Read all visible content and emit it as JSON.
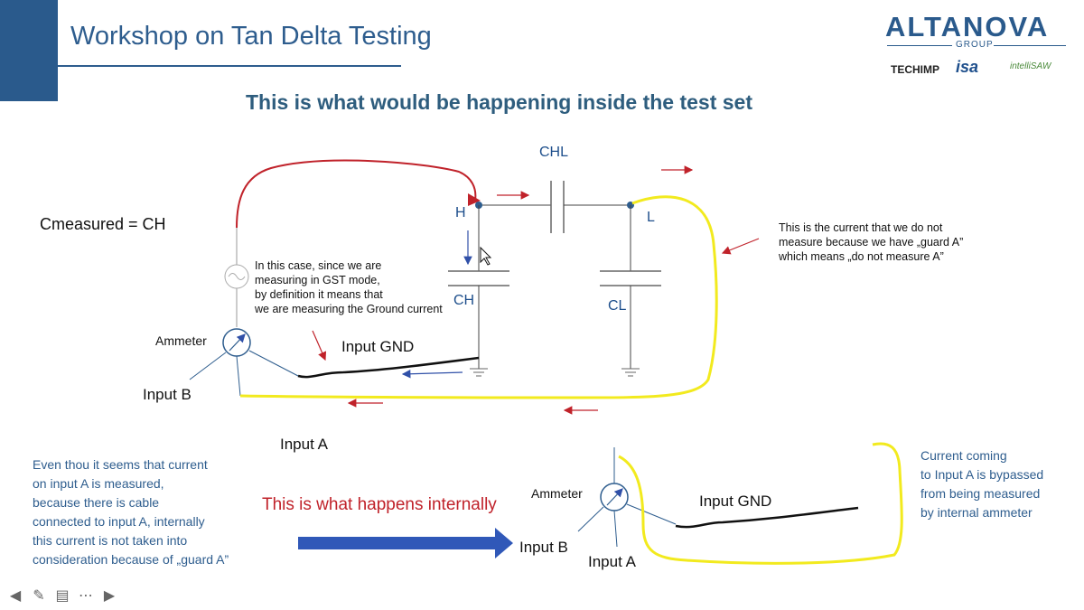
{
  "header": {
    "title": "Workshop on Tan Delta Testing"
  },
  "logo": {
    "brand": "ALTANOVA",
    "group": "GROUP",
    "partners": [
      "TECHIMP",
      "isa",
      "intelliSAW"
    ]
  },
  "slide": {
    "title": "This is what would be happening inside the test set"
  },
  "upper_diagram": {
    "equation": "Cmeasured = CH",
    "labels": {
      "chl": "CHL",
      "h": "H",
      "l": "L",
      "ch": "CH",
      "cl": "CL",
      "ammeter": "Ammeter",
      "input_gnd": "Input GND",
      "input_b": "Input B",
      "input_a": "Input A"
    },
    "gst_note": [
      "In this case, since we are",
      "measuring in GST mode,",
      "by definition it means that",
      "we are measuring the Ground current"
    ],
    "guard_note": [
      "This is the current that we do not",
      "measure because we have „guard A”",
      "which means „do not measure A”"
    ]
  },
  "lower_section": {
    "left_note": [
      "Even thou it seems that current",
      "on input A is measured,",
      "because there is cable",
      "connected to input A, internally",
      "this current is not taken into",
      "consideration because of „guard A”"
    ],
    "internal_label": "This is what happens internally",
    "right_note": [
      "Current coming",
      "to Input A is bypassed",
      "from being measured",
      "by internal ammeter"
    ],
    "labels": {
      "ammeter": "Ammeter",
      "input_gnd": "Input GND",
      "input_b": "Input B",
      "input_a": "Input A"
    }
  },
  "toolbar": {
    "icons": [
      "arrow-left-icon",
      "pen-icon",
      "slides-icon",
      "more-icon",
      "arrow-right-icon"
    ],
    "glyphs": [
      "◀",
      "✎",
      "▤",
      "⋯",
      "▶"
    ]
  },
  "colors": {
    "title_blue": "#2e5d8e",
    "wire_red": "#c0222a",
    "wire_yellow": "#f2ea1e",
    "wire_black": "#111111",
    "arrow_blue": "#3050a8"
  }
}
